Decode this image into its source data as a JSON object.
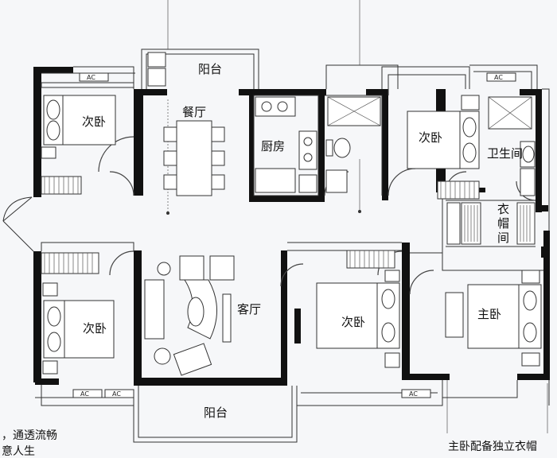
{
  "rooms": {
    "balcony_top": "阳台",
    "dining": "餐厅",
    "kitchen": "厨房",
    "bedroom_topleft": "次卧",
    "bedroom_topright": "次卧",
    "bathroom": "卫生间",
    "wardrobe": "衣帽间",
    "bedroom_midleft": "次卧",
    "living": "客厅",
    "bedroom_center": "次卧",
    "master": "主卧",
    "balcony_bottom": "阳台"
  },
  "ac_label": "AC",
  "captions": {
    "left_line1": "，通透流畅",
    "left_line2": "意人生",
    "right_line1": "主卧配备独立衣帽"
  },
  "colors": {
    "wall": "#111111",
    "background": "#f6f7f9",
    "line": "#333333"
  }
}
